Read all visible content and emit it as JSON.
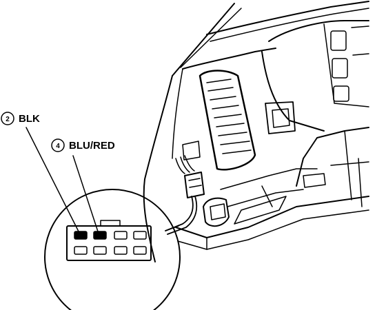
{
  "labels": {
    "pin2": {
      "number": "2",
      "color_code": "BLK"
    },
    "pin4": {
      "number": "4",
      "color_code": "BLU/RED"
    }
  },
  "colors": {
    "line": "#000000",
    "background": "#ffffff",
    "pin_fill": "#000000"
  }
}
